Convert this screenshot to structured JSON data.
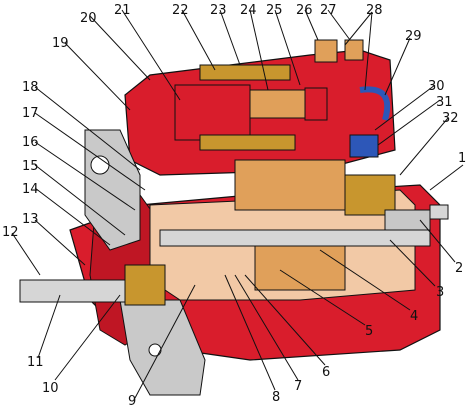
{
  "colors": {
    "housing": "#d91d2c",
    "housing_dark": "#a5111d",
    "cutaway": "#f2c9a6",
    "winding": "#c8962e",
    "copper": "#e0a05a",
    "shaft": "#d6d6d6",
    "blue": "#2d57b8",
    "grey": "#c7c7c7",
    "outline": "#111111"
  },
  "callouts": [
    {
      "id": "1",
      "text": "1",
      "anchor": "right-top"
    },
    {
      "id": "2",
      "text": "2"
    },
    {
      "id": "3",
      "text": "3"
    },
    {
      "id": "4",
      "text": "4"
    },
    {
      "id": "5",
      "text": "5"
    },
    {
      "id": "6",
      "text": "6"
    },
    {
      "id": "7",
      "text": "7"
    },
    {
      "id": "8",
      "text": "8"
    },
    {
      "id": "9",
      "text": "9"
    },
    {
      "id": "10",
      "text": "10"
    },
    {
      "id": "11",
      "text": "11"
    },
    {
      "id": "12",
      "text": "12"
    },
    {
      "id": "13",
      "text": "13"
    },
    {
      "id": "14",
      "text": "14"
    },
    {
      "id": "15",
      "text": "15"
    },
    {
      "id": "16",
      "text": "16"
    },
    {
      "id": "17",
      "text": "17"
    },
    {
      "id": "18",
      "text": "18"
    },
    {
      "id": "19",
      "text": "19"
    },
    {
      "id": "20",
      "text": "20"
    },
    {
      "id": "21",
      "text": "21"
    },
    {
      "id": "22",
      "text": "22"
    },
    {
      "id": "23",
      "text": "23"
    },
    {
      "id": "24",
      "text": "24"
    },
    {
      "id": "25",
      "text": "25"
    },
    {
      "id": "26",
      "text": "26"
    },
    {
      "id": "27",
      "text": "27"
    },
    {
      "id": "28",
      "text": "28"
    },
    {
      "id": "29",
      "text": "29"
    },
    {
      "id": "30",
      "text": "30"
    },
    {
      "id": "31",
      "text": "31"
    },
    {
      "id": "32",
      "text": "32"
    }
  ]
}
